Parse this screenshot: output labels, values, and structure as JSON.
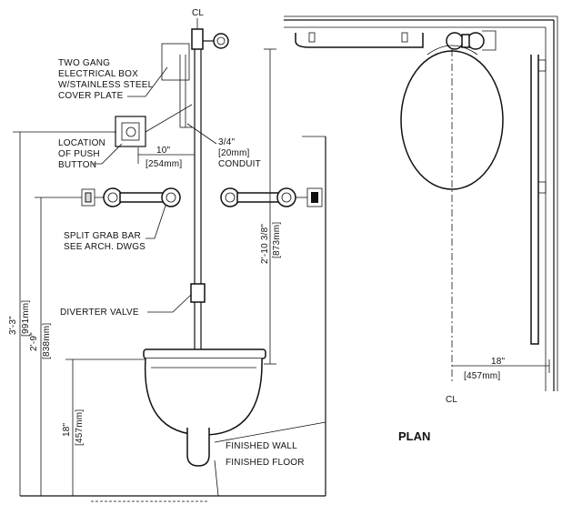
{
  "labels": {
    "centerline_top": "CL",
    "electrical_box_1": "TWO GANG",
    "electrical_box_2": "ELECTRICAL BOX",
    "electrical_box_3": "W/STAINLESS STEEL",
    "electrical_box_4": "COVER PLATE",
    "push_button_1": "LOCATION",
    "push_button_2": "OF PUSH",
    "push_button_3": "BUTTON",
    "dim_10_in": "10\"",
    "dim_10_mm": "[254mm]",
    "conduit_1": "3/4\"",
    "conduit_2": "[20mm]",
    "conduit_3": "CONDUIT",
    "grab_bar_1": "SPLIT GRAB BAR",
    "grab_bar_2": "SEE ARCH. DWGS",
    "dim_2_10_in": "2'-10 3/8\"",
    "dim_2_10_mm": "[873mm]",
    "diverter_valve": "DIVERTER VALVE",
    "dim_3_3_in": "3'-3\"",
    "dim_3_3_mm": "[991mm]",
    "dim_2_9_in": "2'-9\"",
    "dim_2_9_mm": "[838mm]",
    "dim_18_in": "18\"",
    "dim_18_mm": "[457mm]",
    "finished_wall": "FINISHED WALL",
    "finished_floor": "FINISHED FLOOR",
    "plan": "PLAN",
    "plan_dim_in": "18\"",
    "plan_dim_mm": "[457mm]",
    "centerline_plan": "CL"
  }
}
